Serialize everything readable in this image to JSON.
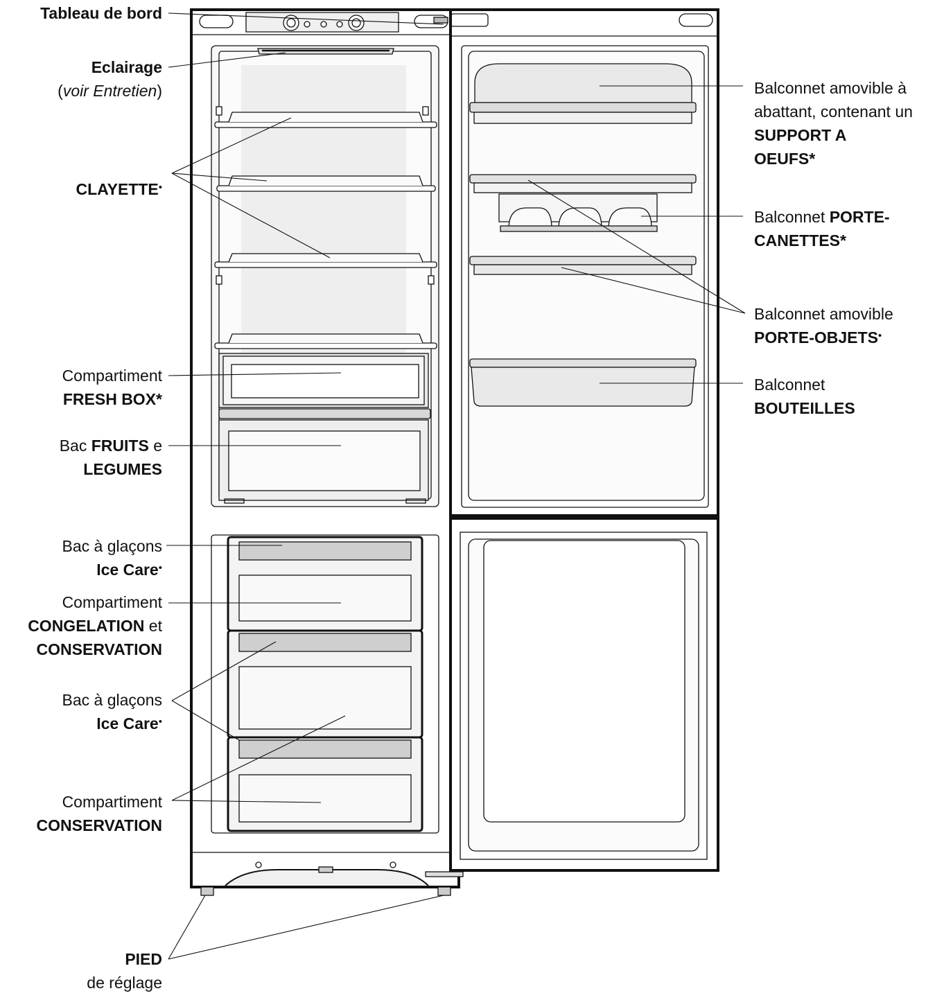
{
  "labels": {
    "tableau": {
      "bold": "Tableau de bord"
    },
    "eclairage": {
      "bold": "Eclairage",
      "pre": "(",
      "italic": "voir Entretien",
      "post": ")"
    },
    "clayette": {
      "bold": "CLAYETTE",
      "mark": "•"
    },
    "fresh_box": {
      "line1": "Compartiment",
      "bold": "FRESH BOX",
      "mark": "*"
    },
    "fruits": {
      "pre": "Bac ",
      "bold1": "FRUITS",
      "mid": " e",
      "bold2": "LEGUMES"
    },
    "ice_care_1": {
      "line1": "Bac à glaçons",
      "bold": "Ice Care",
      "mark": "•"
    },
    "congelation": {
      "line1": "Compartiment",
      "bold1": "CONGELATION",
      "mid": " et",
      "bold2": "CONSERVATION"
    },
    "ice_care_2": {
      "line1": "Bac à glaçons",
      "bold": "Ice Care",
      "mark": "•"
    },
    "conservation": {
      "line1": "Compartiment",
      "bold": "CONSERVATION"
    },
    "pied": {
      "bold": "PIED",
      "line2": "de réglage"
    },
    "support_oeufs": {
      "line1": "Balconnet amovible à",
      "line2": "abattant, contenant un",
      "bold1": "SUPPORT A",
      "bold2": "OEUFS",
      "mark": "*"
    },
    "porte_canettes": {
      "pre": "Balconnet ",
      "bold1": "PORTE-",
      "bold2": "CANETTES",
      "mark": "*"
    },
    "porte_objets": {
      "line1": "Balconnet amovible",
      "bold": "PORTE-OBJETS",
      "mark": "•"
    },
    "bouteilles": {
      "line1": "Balconnet",
      "bold": "BOUTEILLES"
    }
  },
  "colors": {
    "outline": "#111111",
    "fill_light": "#f2f2f2",
    "fill_mid": "#dcdcdc",
    "fill_dark": "#bdbdbd"
  }
}
